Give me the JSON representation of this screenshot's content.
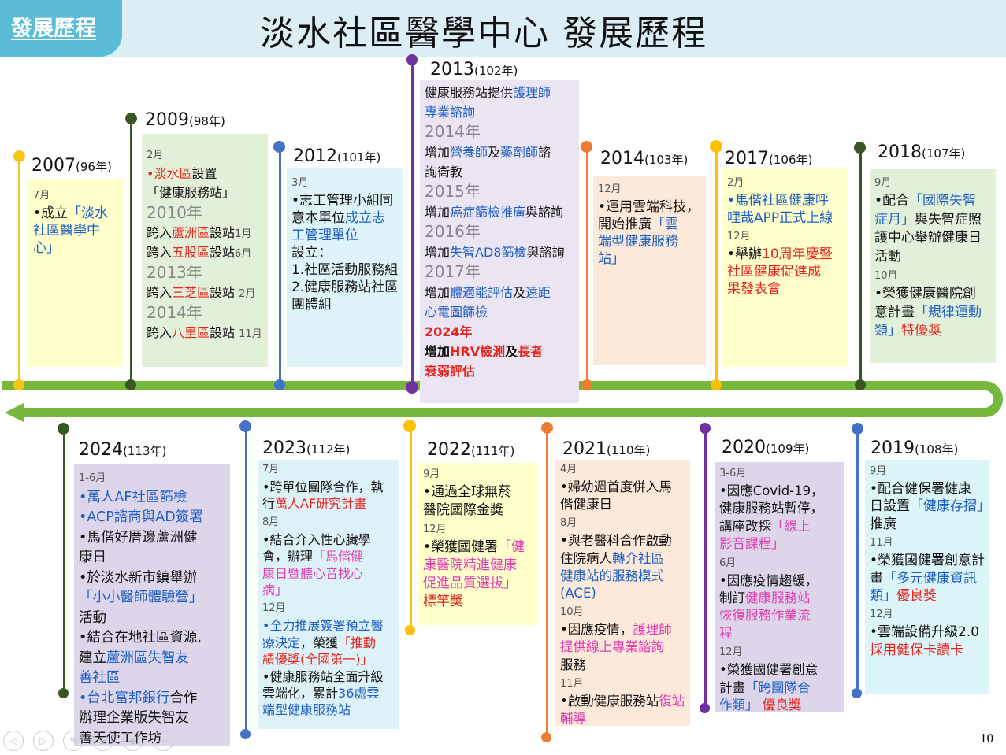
{
  "header": {
    "tag": "發展歷程",
    "title": "淡水社區醫學中心 發展歷程"
  },
  "footer": {
    "page_number": "10"
  },
  "colors": {
    "timeline": "#76b83b",
    "header_bg": "#dbeef5",
    "tag_bg": "#5bbcd6"
  },
  "years": {
    "y2007": {
      "year": "2007",
      "roc": "(96年)"
    },
    "y2009": {
      "year": "2009",
      "roc": "(98年)"
    },
    "y2012": {
      "year": "2012",
      "roc": "(101年)"
    },
    "y2013": {
      "year": "2013",
      "roc": "(102年)"
    },
    "y2014": {
      "year": "2014",
      "roc": "(103年)"
    },
    "y2017": {
      "year": "2017",
      "roc": "(106年)"
    },
    "y2018": {
      "year": "2018",
      "roc": "(107年)"
    },
    "y2024": {
      "year": "2024",
      "roc": "(113年)"
    },
    "y2023": {
      "year": "2023",
      "roc": "(112年)"
    },
    "y2022": {
      "year": "2022",
      "roc": "(111年)"
    },
    "y2021": {
      "year": "2021",
      "roc": "(110年)"
    },
    "y2020": {
      "year": "2020",
      "roc": "(109年)"
    },
    "y2019": {
      "year": "2019",
      "roc": "(108年)"
    }
  },
  "boxes": {
    "b2007": [
      [
        {
          "t": "7月",
          "c": "sm"
        }
      ],
      [
        {
          "t": " "
        }
      ],
      [
        {
          "t": "•成立"
        },
        {
          "t": "「淡水",
          "c": "b"
        }
      ],
      [
        {
          "t": "  社區醫學中",
          "c": "b"
        }
      ],
      [
        {
          "t": "  心」",
          "c": "b"
        }
      ]
    ],
    "b2009": [
      [
        {
          "t": "2月",
          "c": "sm"
        }
      ],
      [
        {
          "t": "•淡水區",
          "c": "r"
        },
        {
          "t": "設置"
        }
      ],
      [
        {
          "t": "「健康服務站」"
        }
      ],
      [
        {
          "t": "2010年",
          "c": "big"
        }
      ],
      [
        {
          "t": "跨入"
        },
        {
          "t": "蘆洲區",
          "c": "r"
        },
        {
          "t": "設站"
        },
        {
          "t": "1月",
          "c": "sm"
        }
      ],
      [
        {
          "t": "跨入"
        },
        {
          "t": "五股區",
          "c": "r"
        },
        {
          "t": "設站"
        },
        {
          "t": "6月",
          "c": "sm"
        }
      ],
      [
        {
          "t": "2013年",
          "c": "big"
        }
      ],
      [
        {
          "t": "跨入"
        },
        {
          "t": "三芝區",
          "c": "r"
        },
        {
          "t": "設站 "
        },
        {
          "t": "2月",
          "c": "sm"
        }
      ],
      [
        {
          "t": "2014年",
          "c": "big"
        }
      ],
      [
        {
          "t": "跨入"
        },
        {
          "t": "八里區",
          "c": "r"
        },
        {
          "t": "設站 "
        },
        {
          "t": "11月",
          "c": "sm"
        }
      ]
    ],
    "b2012": [
      [
        {
          "t": "3月",
          "c": "sm"
        }
      ],
      [
        {
          "t": "•志工管理小組同"
        }
      ],
      [
        {
          "t": "  意本單位"
        },
        {
          "t": "成立志",
          "c": "b"
        }
      ],
      [
        {
          "t": "  工管理單位",
          "c": "b"
        }
      ],
      [
        {
          "t": "  設立："
        }
      ],
      [
        {
          "t": "  1.社區活動服務組"
        }
      ],
      [
        {
          "t": "  2.健康服務站社區"
        }
      ],
      [
        {
          "t": "     團體組"
        }
      ]
    ],
    "b2013": [
      [
        {
          "t": "健康服務站提供"
        },
        {
          "t": "護理師",
          "c": "b"
        }
      ],
      [
        {
          "t": "專業諮詢",
          "c": "b"
        }
      ],
      [
        {
          "t": "2014年",
          "c": "big"
        }
      ],
      [
        {
          "t": "增加"
        },
        {
          "t": "營養師",
          "c": "b"
        },
        {
          "t": "及"
        },
        {
          "t": "藥劑師",
          "c": "b"
        },
        {
          "t": "諮"
        }
      ],
      [
        {
          "t": "詢衛教"
        }
      ],
      [
        {
          "t": "2015年",
          "c": "big"
        }
      ],
      [
        {
          "t": "增加"
        },
        {
          "t": "癌症篩檢推廣",
          "c": "b"
        },
        {
          "t": "與諮詢"
        }
      ],
      [
        {
          "t": "2016年",
          "c": "big"
        }
      ],
      [
        {
          "t": "增加"
        },
        {
          "t": "失智AD8篩檢",
          "c": "b"
        },
        {
          "t": "與諮詢"
        }
      ],
      [
        {
          "t": "2017年",
          "c": "big"
        }
      ],
      [
        {
          "t": "增加"
        },
        {
          "t": "體適能評估",
          "c": "b"
        },
        {
          "t": "及"
        },
        {
          "t": "遠距",
          "c": "b"
        }
      ],
      [
        {
          "t": "心電圖篩檢",
          "c": "b"
        }
      ],
      [
        {
          "t": "2024年",
          "c": "r bd"
        }
      ],
      [
        {
          "t": "增加",
          "c": "bd"
        },
        {
          "t": "HRV檢測",
          "c": "r bd"
        },
        {
          "t": "及",
          "c": "bd"
        },
        {
          "t": "長者",
          "c": "r bd"
        }
      ],
      [
        {
          "t": "衰弱評估",
          "c": "r bd"
        }
      ]
    ],
    "b2014": [
      [
        {
          "t": "12月",
          "c": "sm"
        }
      ],
      [
        {
          "t": "•運用雲端科技，"
        }
      ],
      [
        {
          "t": "  開始推廣"
        },
        {
          "t": "「雲",
          "c": "b"
        }
      ],
      [
        {
          "t": "  端型健康服務",
          "c": "b"
        }
      ],
      [
        {
          "t": "  站」",
          "c": "b"
        }
      ]
    ],
    "b2017": [
      [
        {
          "t": "2月",
          "c": "sm"
        }
      ],
      [
        {
          "t": "•馬偕社區健康呼",
          "c": "b"
        }
      ],
      [
        {
          "t": " 哩哉APP正式上線",
          "c": "b"
        }
      ],
      [
        {
          "t": "12月",
          "c": "sm"
        }
      ],
      [
        {
          "t": "•舉辦"
        },
        {
          "t": "10周年慶暨",
          "c": "r"
        }
      ],
      [
        {
          "t": "  社區健康促進成",
          "c": "r"
        }
      ],
      [
        {
          "t": "  果發表會",
          "c": "r"
        }
      ]
    ],
    "b2018": [
      [
        {
          "t": "9月",
          "c": "sm"
        }
      ],
      [
        {
          "t": "•配合"
        },
        {
          "t": "「國際失智",
          "c": "b"
        }
      ],
      [
        {
          "t": "症月」",
          "c": "b"
        },
        {
          "t": "與失智症照"
        }
      ],
      [
        {
          "t": "護中心舉辦健康日"
        }
      ],
      [
        {
          "t": "活動"
        }
      ],
      [
        {
          "t": "10月",
          "c": "sm"
        }
      ],
      [
        {
          "t": "•榮獲健康醫院創"
        }
      ],
      [
        {
          "t": "意計畫"
        },
        {
          "t": "「規律運動",
          "c": "b"
        }
      ],
      [
        {
          "t": "類」",
          "c": "b"
        },
        {
          "t": "特優獎",
          "c": "r"
        }
      ]
    ],
    "b2024": [
      [
        {
          "t": "1-6月",
          "c": "sm"
        }
      ],
      [
        {
          "t": "•萬人AF社區篩檢",
          "c": "b"
        }
      ],
      [
        {
          "t": "•ACP諮商與AD簽署",
          "c": "b"
        }
      ],
      [
        {
          "t": "•馬偕好厝邊蘆洲健"
        }
      ],
      [
        {
          "t": "  康日"
        }
      ],
      [
        {
          "t": "•於淡水新市鎮舉辦"
        }
      ],
      [
        {
          "t": "  「小小醫師體驗營」",
          "c": "b"
        }
      ],
      [
        {
          "t": "  活動"
        }
      ],
      [
        {
          "t": "•結合在地社區資源,"
        }
      ],
      [
        {
          "t": "  建立"
        },
        {
          "t": "蘆洲區失智友",
          "c": "b"
        }
      ],
      [
        {
          "t": "  善社區",
          "c": "b"
        }
      ],
      [
        {
          "t": "•台北富邦銀行",
          "c": "b"
        },
        {
          "t": "合作"
        }
      ],
      [
        {
          "t": "  辦理企業版失智友"
        }
      ],
      [
        {
          "t": "  善天使工作坊"
        }
      ]
    ],
    "b2023": [
      [
        {
          "t": "7月",
          "c": "sm"
        }
      ],
      [
        {
          "t": "•跨單位團隊合作，執"
        }
      ],
      [
        {
          "t": "  行"
        },
        {
          "t": "萬人AF研究計畫",
          "c": "r"
        }
      ],
      [
        {
          "t": "8月",
          "c": "sm"
        }
      ],
      [
        {
          "t": "•結合介入性心臟學"
        }
      ],
      [
        {
          "t": "  會，辦理"
        },
        {
          "t": "「馬偕健",
          "c": "m"
        }
      ],
      [
        {
          "t": "  康日暨聽心音找心",
          "c": "m"
        }
      ],
      [
        {
          "t": "  病」",
          "c": "m"
        }
      ],
      [
        {
          "t": "12月",
          "c": "sm"
        }
      ],
      [
        {
          "t": "•全力推展簽署預立醫",
          "c": "b"
        }
      ],
      [
        {
          "t": "  療決定",
          "c": "b"
        },
        {
          "t": "，榮獲"
        },
        {
          "t": "「推動",
          "c": "r"
        }
      ],
      [
        {
          "t": "  績優獎(全國第一)」",
          "c": "r"
        }
      ],
      [
        {
          "t": " "
        }
      ],
      [
        {
          "t": "•健康服務站全面升級"
        }
      ],
      [
        {
          "t": "  雲端化，累計"
        },
        {
          "t": "36處雲",
          "c": "b"
        }
      ],
      [
        {
          "t": "  端型健康服務站",
          "c": "b"
        }
      ]
    ],
    "b2022": [
      [
        {
          "t": "9月",
          "c": "sm"
        }
      ],
      [
        {
          "t": "•通過全球無菸"
        }
      ],
      [
        {
          "t": "  醫院國際金獎"
        }
      ],
      [
        {
          "t": "12月",
          "c": "sm"
        }
      ],
      [
        {
          "t": "•榮獲國健署"
        },
        {
          "t": "「健",
          "c": "m"
        }
      ],
      [
        {
          "t": "康醫院精進健康",
          "c": "m"
        }
      ],
      [
        {
          "t": "促進品質選拔」",
          "c": "m"
        }
      ],
      [
        {
          "t": "標竿獎",
          "c": "r"
        }
      ]
    ],
    "b2021": [
      [
        {
          "t": "4月",
          "c": "sm"
        }
      ],
      [
        {
          "t": "•婦幼週首度併入馬"
        }
      ],
      [
        {
          "t": "  偕健康日"
        }
      ],
      [
        {
          "t": "8月",
          "c": "sm"
        }
      ],
      [
        {
          "t": "•與老醫科合作啟動"
        }
      ],
      [
        {
          "t": "  住院病人"
        },
        {
          "t": "轉介社區",
          "c": "b"
        }
      ],
      [
        {
          "t": "  健康站的服務模式",
          "c": "b"
        }
      ],
      [
        {
          "t": "  (ACE)",
          "c": "b"
        }
      ],
      [
        {
          "t": "10月",
          "c": "sm"
        }
      ],
      [
        {
          "t": "•因應疫情，"
        },
        {
          "t": "護理師",
          "c": "m"
        }
      ],
      [
        {
          "t": "  提供線上專業諮詢",
          "c": "m"
        }
      ],
      [
        {
          "t": "  服務"
        }
      ],
      [
        {
          "t": "11月",
          "c": "sm"
        }
      ],
      [
        {
          "t": "•啟動健康服務站"
        },
        {
          "t": "復站",
          "c": "m"
        }
      ],
      [
        {
          "t": "  輔導",
          "c": "m"
        }
      ]
    ],
    "b2020": [
      [
        {
          "t": "3-6月",
          "c": "sm"
        }
      ],
      [
        {
          "t": "•因應Covid-19，"
        }
      ],
      [
        {
          "t": "  健康服務站暫停，"
        }
      ],
      [
        {
          "t": "  講座改採"
        },
        {
          "t": "「線上",
          "c": "m"
        }
      ],
      [
        {
          "t": "  影音課程」",
          "c": "m"
        }
      ],
      [
        {
          "t": "6月",
          "c": "sm"
        }
      ],
      [
        {
          "t": "•因應疫情趨緩，"
        }
      ],
      [
        {
          "t": "  制訂"
        },
        {
          "t": "健康服務站",
          "c": "m"
        }
      ],
      [
        {
          "t": "  恢復服務作業流",
          "c": "m"
        }
      ],
      [
        {
          "t": "  程",
          "c": "m"
        }
      ],
      [
        {
          "t": "12月",
          "c": "sm"
        }
      ],
      [
        {
          "t": "•榮獲國健署創意"
        }
      ],
      [
        {
          "t": "  計畫"
        },
        {
          "t": "「跨團隊合",
          "c": "b"
        }
      ],
      [
        {
          "t": "  作類」",
          "c": "b"
        },
        {
          "t": " 優良獎",
          "c": "r"
        }
      ]
    ],
    "b2019": [
      [
        {
          "t": "9月",
          "c": "sm"
        }
      ],
      [
        {
          "t": "•配合健保署健康"
        }
      ],
      [
        {
          "t": "日設置"
        },
        {
          "t": "「健康存摺」",
          "c": "b"
        }
      ],
      [
        {
          "t": "推廣"
        }
      ],
      [
        {
          "t": " "
        }
      ],
      [
        {
          "t": "11月",
          "c": "sm"
        }
      ],
      [
        {
          "t": "•榮獲國健署創意計"
        }
      ],
      [
        {
          "t": "畫"
        },
        {
          "t": "「多元健康資訊",
          "c": "b"
        }
      ],
      [
        {
          "t": "類」",
          "c": "b"
        },
        {
          "t": "優良獎",
          "c": "r"
        }
      ],
      [
        {
          "t": " "
        }
      ],
      [
        {
          "t": "12月",
          "c": "sm"
        }
      ],
      [
        {
          "t": "•雲端設備升級2.0"
        }
      ],
      [
        {
          "t": "採用健保卡讀卡",
          "c": "r"
        }
      ]
    ]
  }
}
